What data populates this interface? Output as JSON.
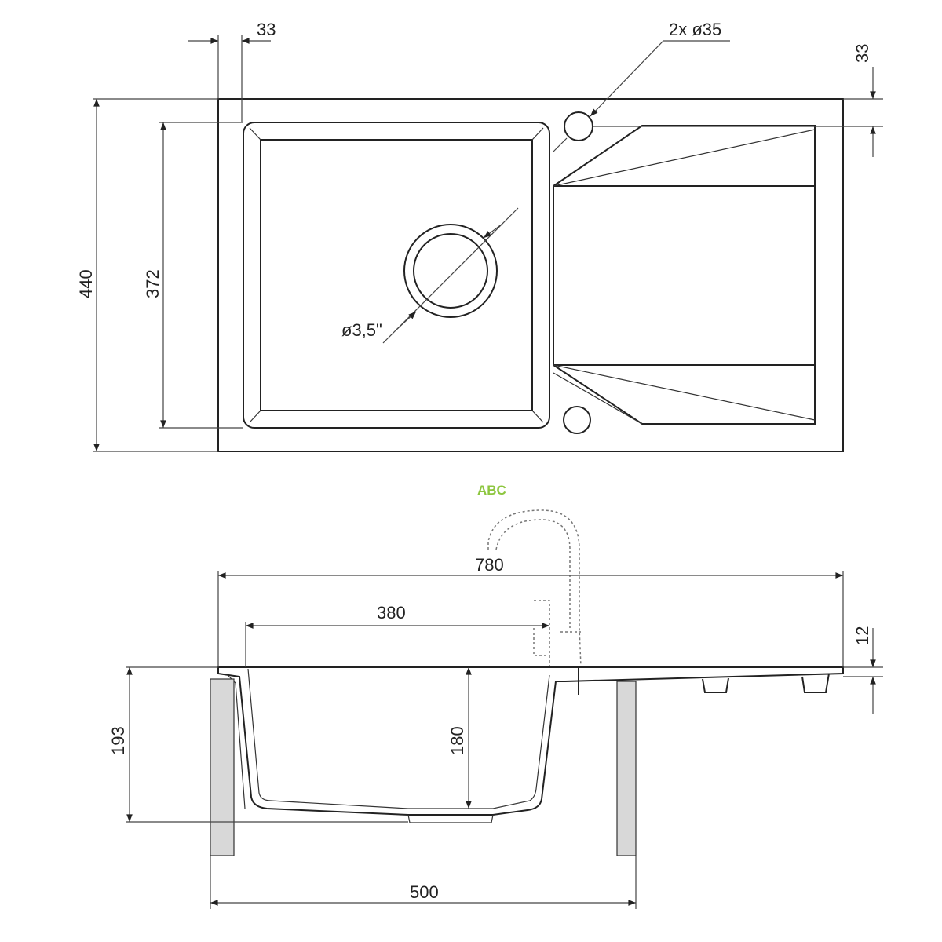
{
  "top_view": {
    "dim_edge_offset": "33",
    "dim_tap_holes": "2x ø35",
    "dim_right_offset": "33",
    "dim_total_depth": "440",
    "dim_bowl_depth": "372",
    "dim_drain": "ø3,5\""
  },
  "watermark": {
    "logo": "ABC"
  },
  "side_view": {
    "dim_total_width": "780",
    "dim_bowl_width": "380",
    "dim_rim_thickness": "12",
    "dim_total_height": "193",
    "dim_bowl_height": "180",
    "dim_cabinet_width": "500"
  }
}
